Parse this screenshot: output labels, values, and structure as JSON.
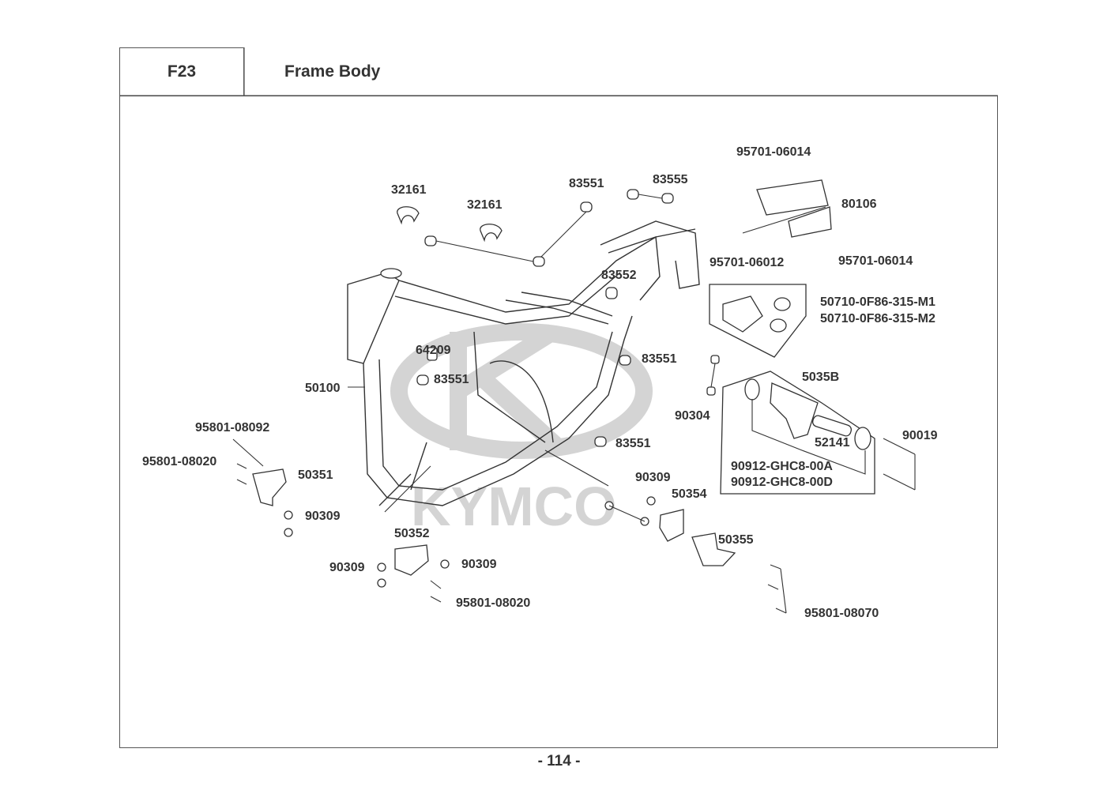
{
  "header": {
    "section_code": "F23",
    "section_title": "Frame Body"
  },
  "watermark": {
    "brand": "KYMCO",
    "color": "#d4d4d4"
  },
  "parts": [
    {
      "id": "p-32161-a",
      "number": "32161"
    },
    {
      "id": "p-32161-b",
      "number": "32161"
    },
    {
      "id": "p-83551-top",
      "number": "83551"
    },
    {
      "id": "p-83555",
      "number": "83555"
    },
    {
      "id": "p-95701-06014-top",
      "number": "95701-06014"
    },
    {
      "id": "p-80106",
      "number": "80106"
    },
    {
      "id": "p-95701-06012",
      "number": "95701-06012"
    },
    {
      "id": "p-95701-06014-bot",
      "number": "95701-06014"
    },
    {
      "id": "p-83552",
      "number": "83552"
    },
    {
      "id": "p-50710-m1",
      "number": "50710-0F86-315-M1"
    },
    {
      "id": "p-50710-m2",
      "number": "50710-0F86-315-M2"
    },
    {
      "id": "p-64209",
      "number": "64209"
    },
    {
      "id": "p-83551-right",
      "number": "83551"
    },
    {
      "id": "p-83551-mid",
      "number": "83551"
    },
    {
      "id": "p-50100",
      "number": "50100"
    },
    {
      "id": "p-5035b",
      "number": "5035B"
    },
    {
      "id": "p-90304",
      "number": "90304"
    },
    {
      "id": "p-90019",
      "number": "90019"
    },
    {
      "id": "p-52141",
      "number": "52141"
    },
    {
      "id": "p-90912-a",
      "number": "90912-GHC8-00A"
    },
    {
      "id": "p-90912-d",
      "number": "90912-GHC8-00D"
    },
    {
      "id": "p-95801-08092",
      "number": "95801-08092"
    },
    {
      "id": "p-83551-low",
      "number": "83551"
    },
    {
      "id": "p-95801-08020-left",
      "number": "95801-08020"
    },
    {
      "id": "p-50351",
      "number": "50351"
    },
    {
      "id": "p-90309-mid",
      "number": "90309"
    },
    {
      "id": "p-50354",
      "number": "50354"
    },
    {
      "id": "p-90309-left",
      "number": "90309"
    },
    {
      "id": "p-50352",
      "number": "50352"
    },
    {
      "id": "p-50355",
      "number": "50355"
    },
    {
      "id": "p-90309-bl",
      "number": "90309"
    },
    {
      "id": "p-90309-br",
      "number": "90309"
    },
    {
      "id": "p-95801-08020-bot",
      "number": "95801-08020"
    },
    {
      "id": "p-95801-08070",
      "number": "95801-08070"
    }
  ],
  "footer": {
    "page_number": "- 114 -"
  }
}
